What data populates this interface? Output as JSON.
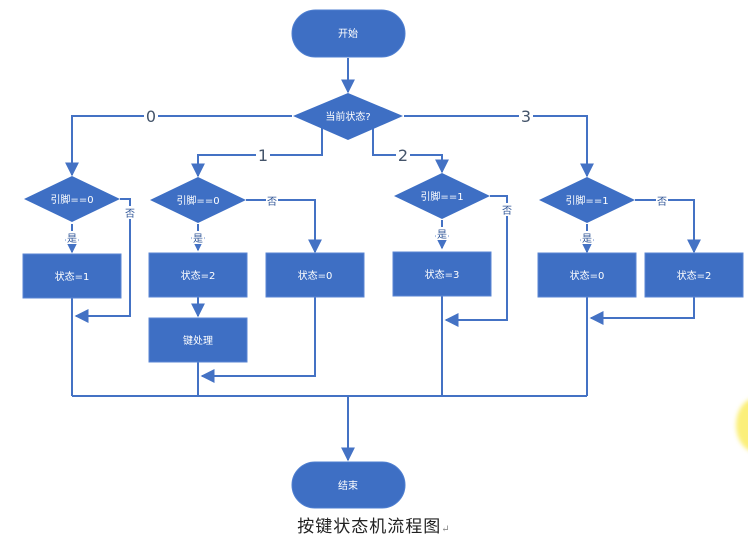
{
  "colors": {
    "shape_fill": "#3e6fc4",
    "line": "#4472c4",
    "text_on_shape": "#ffffff",
    "highlight": "#fbef7a"
  },
  "caption": "按键状态机流程图",
  "caption_mark": "↵",
  "nodes": {
    "start": "开始",
    "state_decision": "当前状态?",
    "check0": "引脚==0",
    "set_state1": "状态=1",
    "check1": "引脚==0",
    "set_state2": "状态=2",
    "set_state0_b": "状态=0",
    "key_process": "键处理",
    "check2": "引脚==1",
    "set_state3": "状态=3",
    "check3": "引脚==1",
    "set_state0_d": "状态=0",
    "set_state2_d": "状态=2",
    "end": "结束"
  },
  "branches": {
    "b0": "0",
    "b1": "1",
    "b2": "2",
    "b3": "3"
  },
  "edge_labels": {
    "yes": "是",
    "no": "否"
  }
}
